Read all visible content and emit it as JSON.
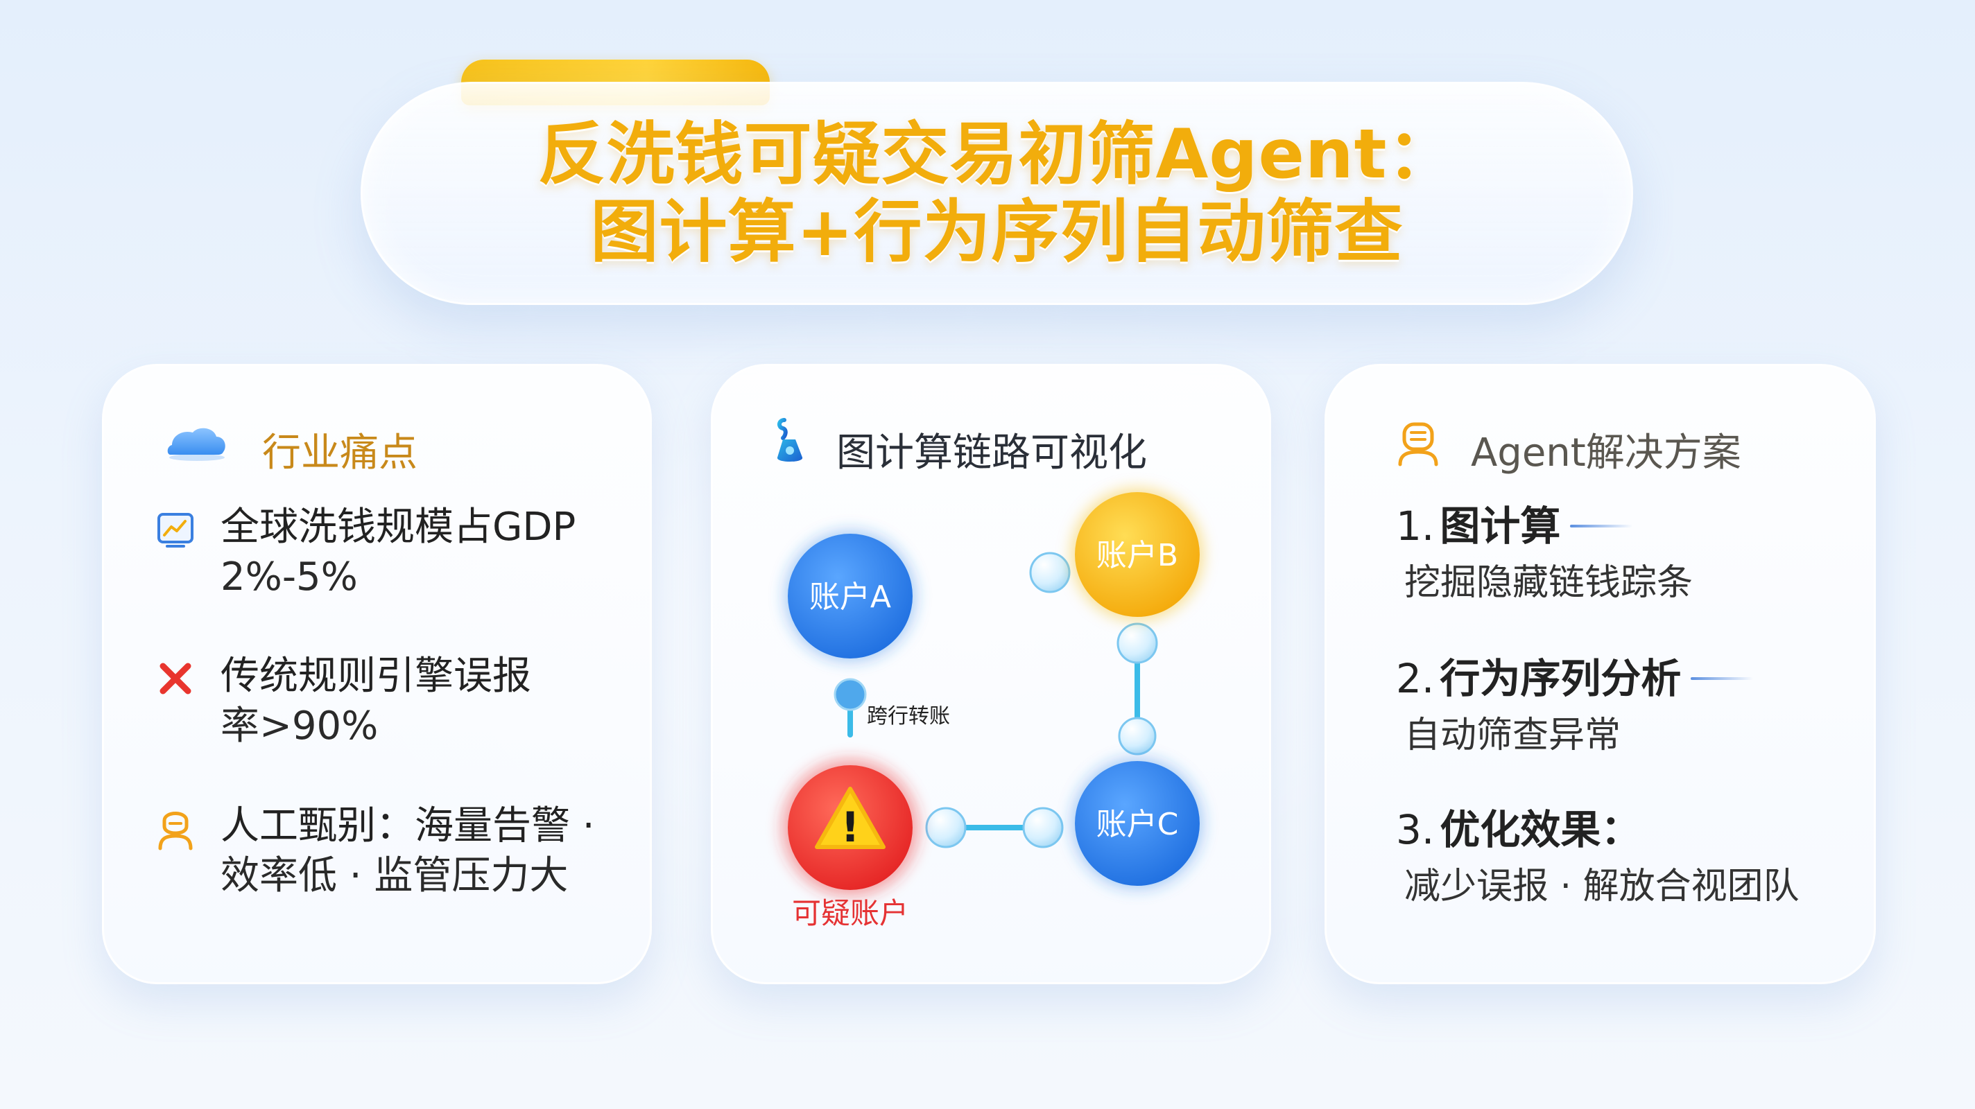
{
  "title": {
    "line1": "反洗钱可疑交易初筛Agent：",
    "line2": "图计算+行为序列自动筛查"
  },
  "pain_points": {
    "heading": "行业痛点",
    "items": [
      {
        "icon": "chart-icon",
        "line1": "全球洗钱规模占GDP",
        "line2": "2%-5%"
      },
      {
        "icon": "x-mark-icon",
        "line1": "传统规则引擎误报",
        "line2": "率>90%"
      },
      {
        "icon": "person-icon",
        "line1": "人工甄别：海量告警 ·",
        "line2": "效率低 · 监管压力大"
      }
    ]
  },
  "graph": {
    "heading": "图计算链路可视化",
    "nodes": {
      "a": "账户A",
      "b": "账户B",
      "c": "账户C"
    },
    "edge_label": "跨行转账",
    "suspicious_label": "可疑账户",
    "warning_symbol": "!"
  },
  "solution": {
    "heading": "Agent解决方案",
    "items": [
      {
        "num": "1.",
        "label": "图计算",
        "desc": "挖掘隐藏链钱踪条"
      },
      {
        "num": "2.",
        "label": "行为序列分析",
        "desc": "自动筛查异常"
      },
      {
        "num": "3.",
        "label": "优化效果：",
        "desc": "减少误报 · 解放合视团队"
      }
    ]
  },
  "colors": {
    "title": "#f2ad0c",
    "node_blue": "#2f7fe6",
    "node_yellow": "#f6b80f",
    "node_red": "#ee3333",
    "edge": "#3bbbe8"
  }
}
